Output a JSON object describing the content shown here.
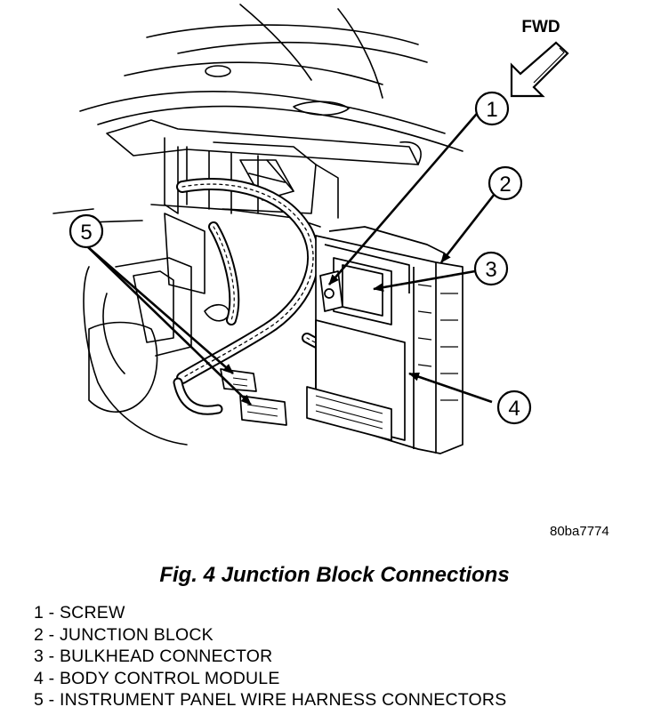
{
  "figure": {
    "direction_label": "FWD",
    "image_id": "80ba7774",
    "caption": "Fig. 4 Junction Block Connections"
  },
  "callouts": [
    {
      "number": "1",
      "label": "1 - SCREW"
    },
    {
      "number": "2",
      "label": "2 - JUNCTION BLOCK"
    },
    {
      "number": "3",
      "label": "3 - BULKHEAD CONNECTOR"
    },
    {
      "number": "4",
      "label": "4 - BODY CONTROL MODULE"
    },
    {
      "number": "5",
      "label": "5 - INSTRUMENT PANEL WIRE HARNESS CONNECTORS"
    }
  ]
}
